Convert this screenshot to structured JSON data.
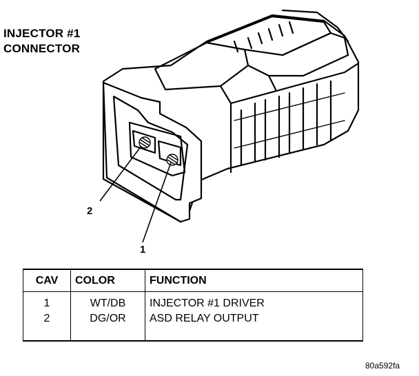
{
  "title": {
    "line1": "INJECTOR #1",
    "line2": "CONNECTOR"
  },
  "callouts": {
    "pin2": "2",
    "pin1": "1"
  },
  "table": {
    "headers": [
      "CAV",
      "COLOR",
      "FUNCTION"
    ],
    "rows": [
      {
        "cav": "1",
        "color": "WT/DB",
        "function": "INJECTOR #1 DRIVER"
      },
      {
        "cav": "2",
        "color": "DG/OR",
        "function": "ASD RELAY OUTPUT"
      }
    ]
  },
  "figure_id": "80a592fa"
}
